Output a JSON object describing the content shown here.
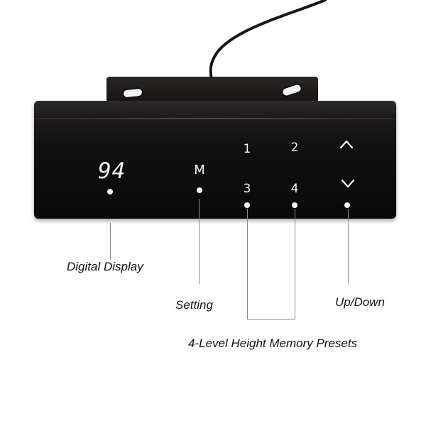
{
  "panel": {
    "display_value": "94",
    "keys": {
      "setting": "M",
      "preset1": "1",
      "preset2": "2",
      "preset3": "3",
      "preset4": "4"
    },
    "arrows": {
      "up": "chevron-up-icon",
      "down": "chevron-down-icon"
    },
    "colors": {
      "panel": "#111010",
      "glyph": "#f5f5f5"
    }
  },
  "labels": {
    "digital_display": "Digital Display",
    "setting": "Setting",
    "up_down": "Up/Down",
    "presets": "4-Level Height Memory Presets"
  }
}
